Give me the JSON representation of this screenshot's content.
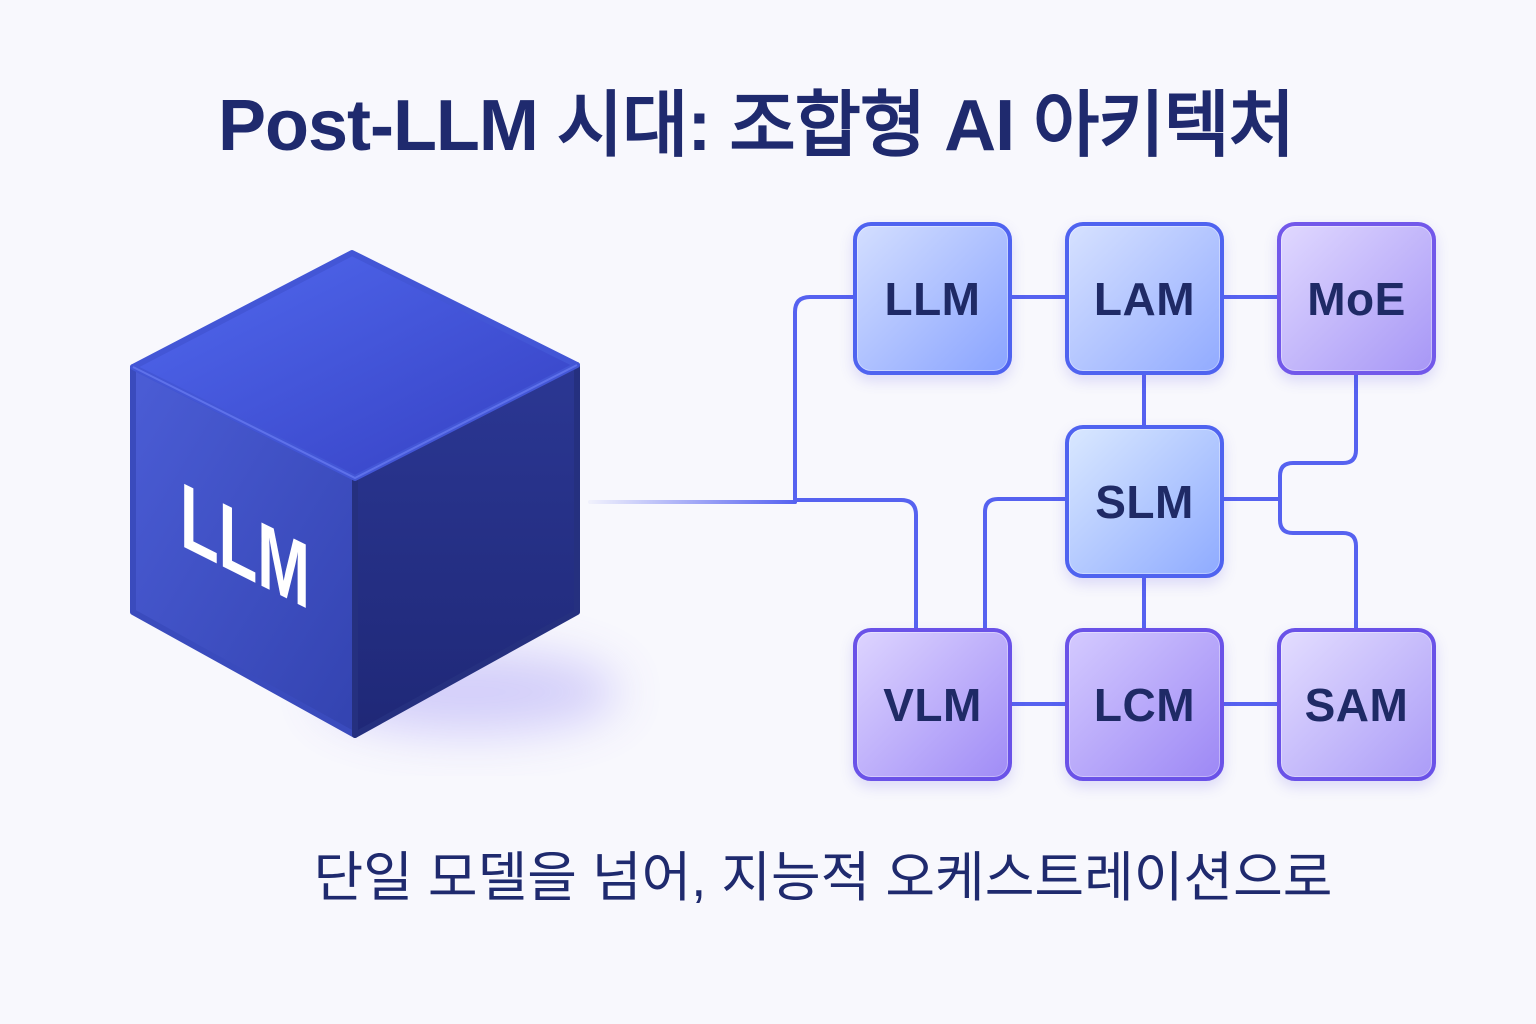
{
  "title": "Post-LLM 시대: 조합형 AI 아키텍처",
  "subtitle": "단일 모델을 넘어, 지능적 오케스트레이션으로",
  "cube": {
    "label": "LLM"
  },
  "nodes": [
    {
      "label": "LLM",
      "border": "#4f63f0",
      "fill": [
        "#d3deff",
        "#8aa4ff"
      ]
    },
    {
      "label": "LAM",
      "border": "#4f63f0",
      "fill": [
        "#d6e1ff",
        "#92abff"
      ]
    },
    {
      "label": "MoE",
      "border": "#7258ea",
      "fill": [
        "#e0d8ff",
        "#a797f6"
      ]
    },
    {
      "label": "SLM",
      "border": "#4f63f0",
      "fill": [
        "#d9e8ff",
        "#8fabff"
      ]
    },
    {
      "label": "VLM",
      "border": "#6a52e8",
      "fill": [
        "#ddd4ff",
        "#a08cf6"
      ]
    },
    {
      "label": "LCM",
      "border": "#6a52e8",
      "fill": [
        "#d4caff",
        "#9d88f5"
      ]
    },
    {
      "label": "SAM",
      "border": "#6a52e8",
      "fill": [
        "#e3ddff",
        "#ab9cf7"
      ]
    }
  ],
  "colors": {
    "title": "#1f2a6e",
    "connector": "#5662f0",
    "background": "#f8f8fd"
  }
}
